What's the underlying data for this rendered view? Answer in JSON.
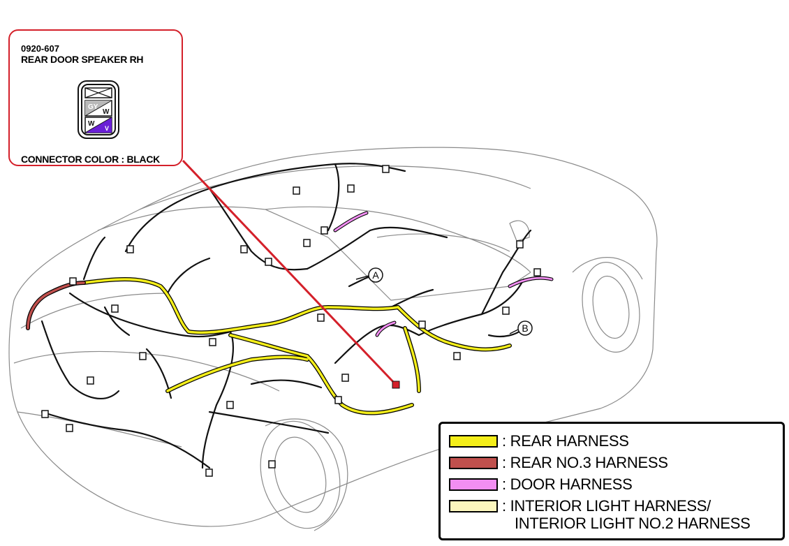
{
  "callout": {
    "code": "0920-607",
    "name": "REAR DOOR SPEAKER RH",
    "connector_color": "CONNECTOR COLOR : BLACK",
    "pins": {
      "pin1": "GY",
      "pin2": "W",
      "pin3": "W",
      "pin4": "V"
    },
    "colors": {
      "border": "#d4202a",
      "violet": "#6a1fd6",
      "gray": "#b8b8b8"
    }
  },
  "markers": {
    "a": "A",
    "b": "B"
  },
  "legend": {
    "items": [
      {
        "label": ": REAR HARNESS",
        "color": "#f4ee1a"
      },
      {
        "label": ": REAR NO.3 HARNESS",
        "color": "#c0504d"
      },
      {
        "label": ": DOOR HARNESS",
        "color": "#f28ef2"
      },
      {
        "label": ": INTERIOR LIGHT HARNESS/",
        "color": "#fbf6bd"
      }
    ],
    "continuation": "INTERIOR LIGHT NO.2 HARNESS"
  }
}
